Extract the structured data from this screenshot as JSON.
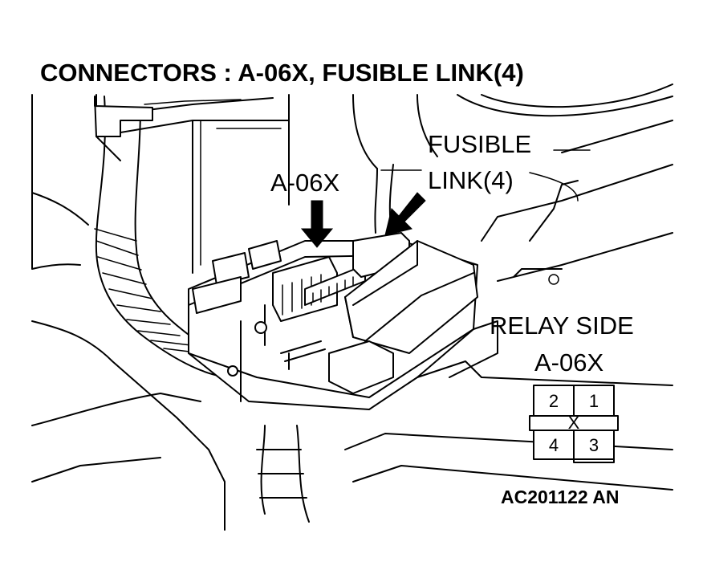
{
  "title": "CONNECTORS : A-06X, FUSIBLE LINK(4)",
  "callouts": {
    "a06x": "A-06X",
    "fusible_line1": "FUSIBLE",
    "fusible_line2": "LINK(4)"
  },
  "relay_side": {
    "heading": "RELAY SIDE",
    "connector": "A-06X",
    "pins": {
      "top_left": "2",
      "top_right": "1",
      "bottom_left": "4",
      "bottom_right": "3",
      "center_mark": "X"
    }
  },
  "figure_code": "AC201122 AN"
}
